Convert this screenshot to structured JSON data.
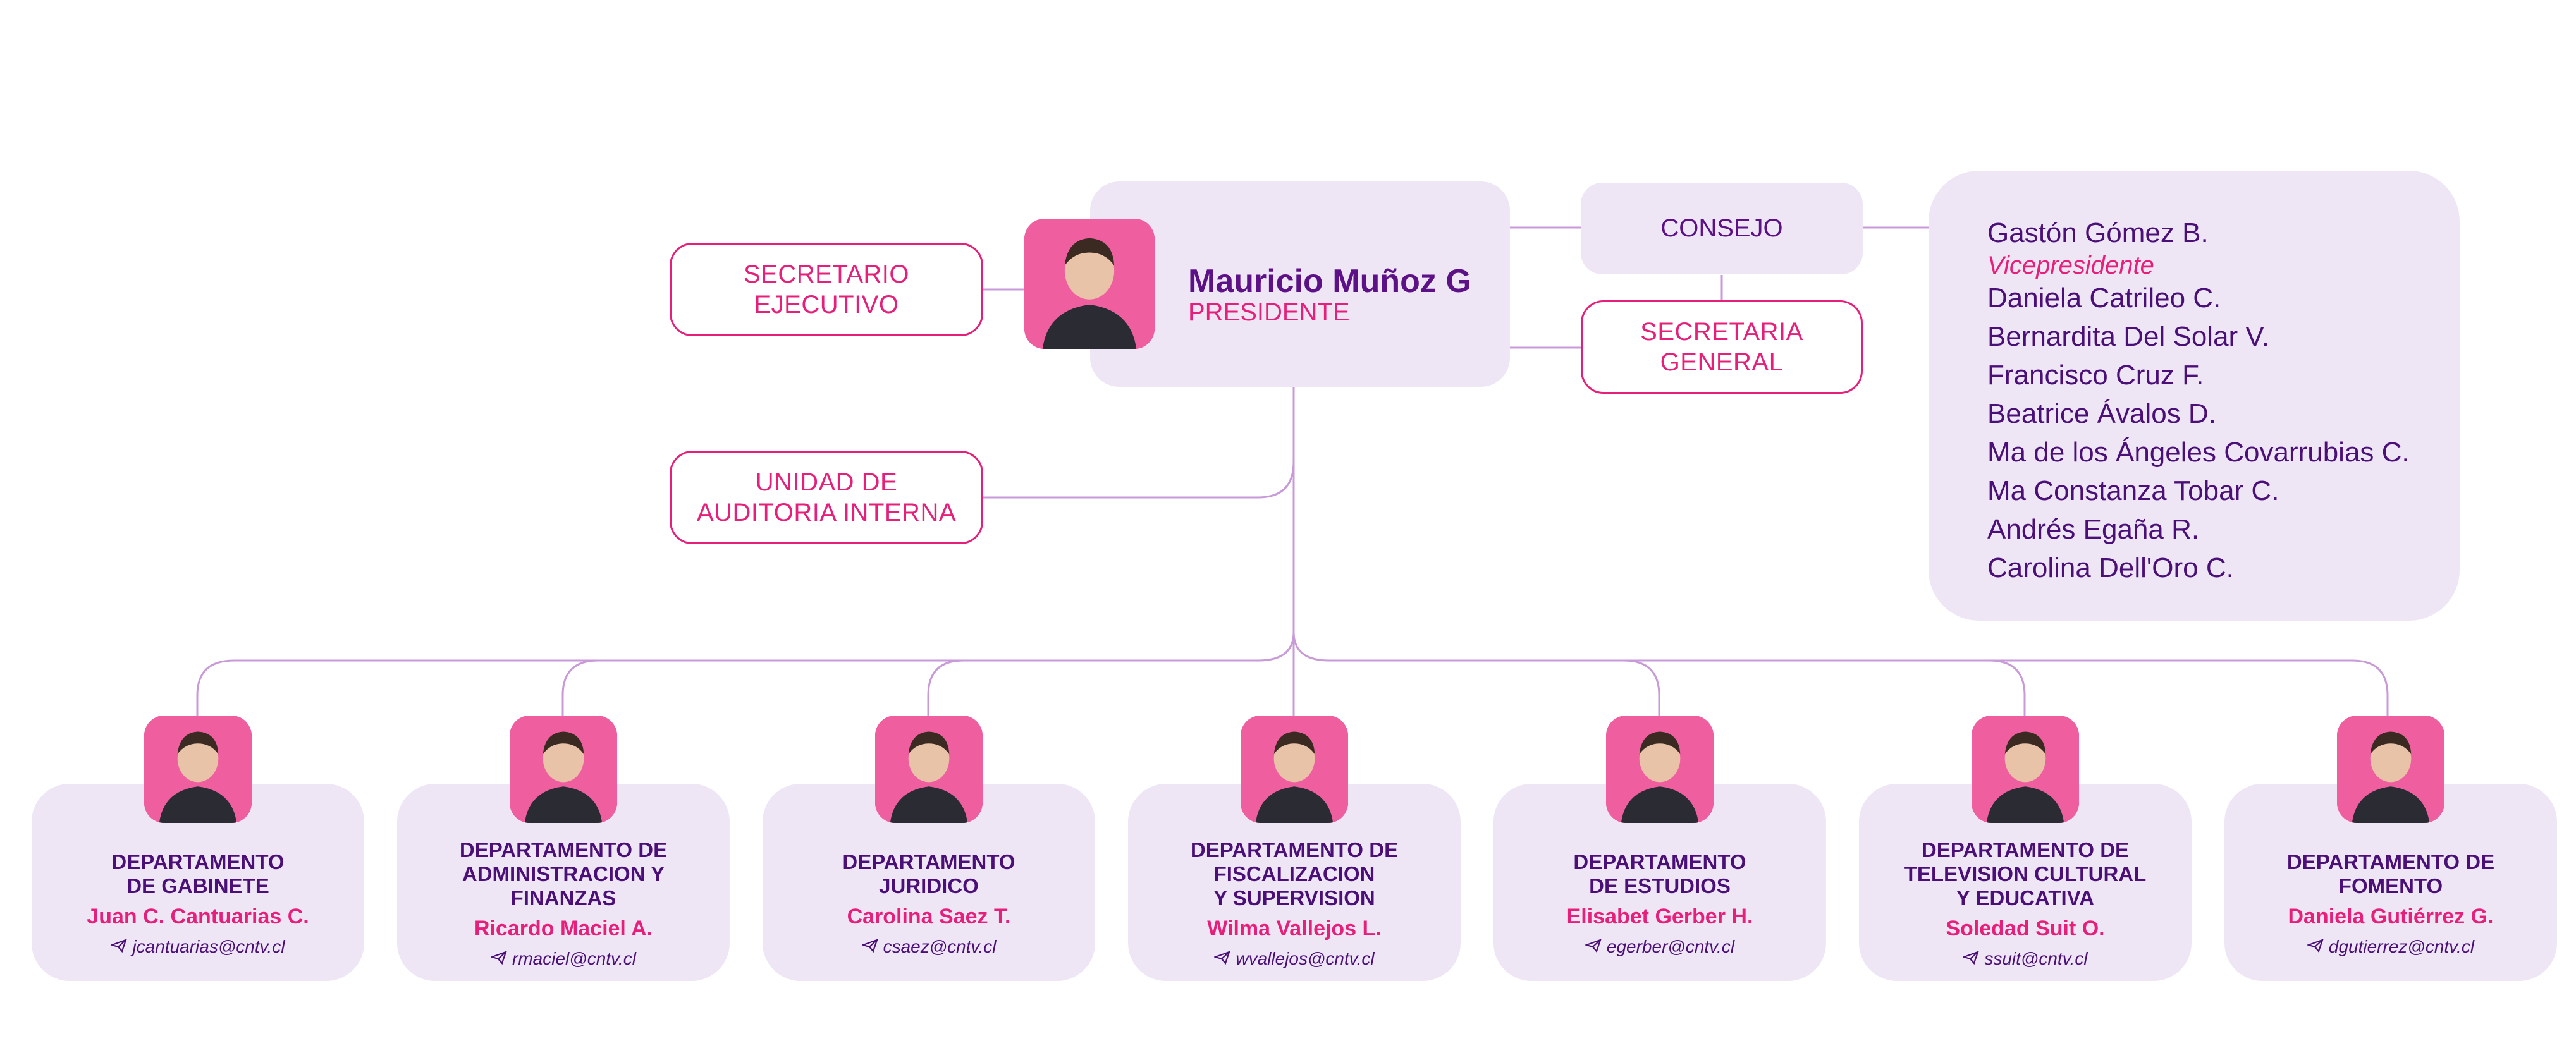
{
  "top": {
    "secretario": "SECRETARIO\nEJECUTIVO",
    "auditoria": "UNIDAD DE\nAUDITORIA INTERNA",
    "president_name": "Mauricio Muñoz G",
    "president_title": "PRESIDENTE",
    "consejo": "CONSEJO",
    "secretaria": "SECRETARIA\nGENERAL"
  },
  "council": {
    "vice_name": "Gastón Gómez B.",
    "vice_title": "Vicepresidente",
    "members": [
      "Daniela Catrileo C.",
      "Bernardita Del Solar V.",
      "Francisco Cruz F.",
      "Beatrice Ávalos D.",
      "Ma de los Ángeles Covarrubias C.",
      "Ma Constanza Tobar C.",
      "Andrés Egaña R.",
      "Carolina Dell'Oro C."
    ]
  },
  "departments": [
    {
      "name": "DEPARTAMENTO\nDE GABINETE",
      "head": "Juan C. Cantuarias C.",
      "email": "jcantuarias@cntv.cl"
    },
    {
      "name": "DEPARTAMENTO DE\nADMINISTRACION Y\nFINANZAS",
      "head": "Ricardo Maciel A.",
      "email": "rmaciel@cntv.cl"
    },
    {
      "name": "DEPARTAMENTO\nJURIDICO",
      "head": "Carolina Saez T.",
      "email": "csaez@cntv.cl"
    },
    {
      "name": "DEPARTAMENTO DE\nFISCALIZACION\nY SUPERVISION",
      "head": "Wilma Vallejos L.",
      "email": "wvallejos@cntv.cl"
    },
    {
      "name": "DEPARTAMENTO\nDE ESTUDIOS",
      "head": "Elisabet Gerber H.",
      "email": "egerber@cntv.cl"
    },
    {
      "name": "DEPARTAMENTO DE\nTELEVISION CULTURAL\nY EDUCATIVA",
      "head": "Soledad Suit O.",
      "email": "ssuit@cntv.cl"
    },
    {
      "name": "DEPARTAMENTO DE\nFOMENTO",
      "head": "Daniela Gutiérrez G.",
      "email": "dgutierrez@cntv.cl"
    }
  ],
  "colors": {
    "accent": "#e6207a",
    "text_dark": "#4a1078",
    "box_fill": "#efe6f5",
    "line": "#c89ad8"
  }
}
